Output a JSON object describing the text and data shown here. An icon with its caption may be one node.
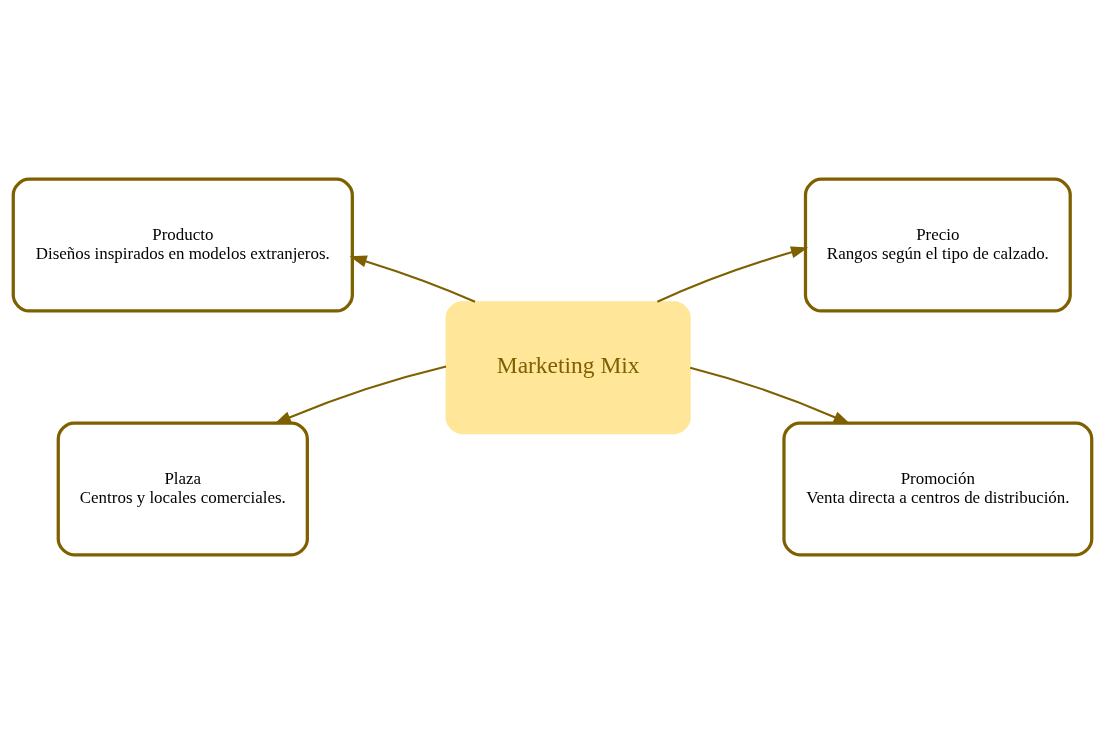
{
  "diagram": {
    "nodes": [
      {
        "text": [
          "Marketing Mix"
        ]
      },
      {
        "text": [
          "Producto",
          "Diseños inspirados en modelos extranjeros."
        ]
      },
      {
        "text": [
          "Precio",
          "Rangos según el tipo de calzado."
        ]
      },
      {
        "text": [
          "Plaza",
          "Centros y locales comerciales."
        ]
      },
      {
        "text": [
          "Promoción",
          "Venta directa a centros de distribución."
        ]
      }
    ],
    "edges": [
      {
        "from": 0,
        "to": 1,
        "arrow": "to"
      },
      {
        "from": 0,
        "to": 3,
        "arrow": "to"
      },
      {
        "from": 0,
        "to": 2,
        "arrow": "to"
      },
      {
        "from": 0,
        "to": 4,
        "arrow": "to"
      }
    ]
  }
}
